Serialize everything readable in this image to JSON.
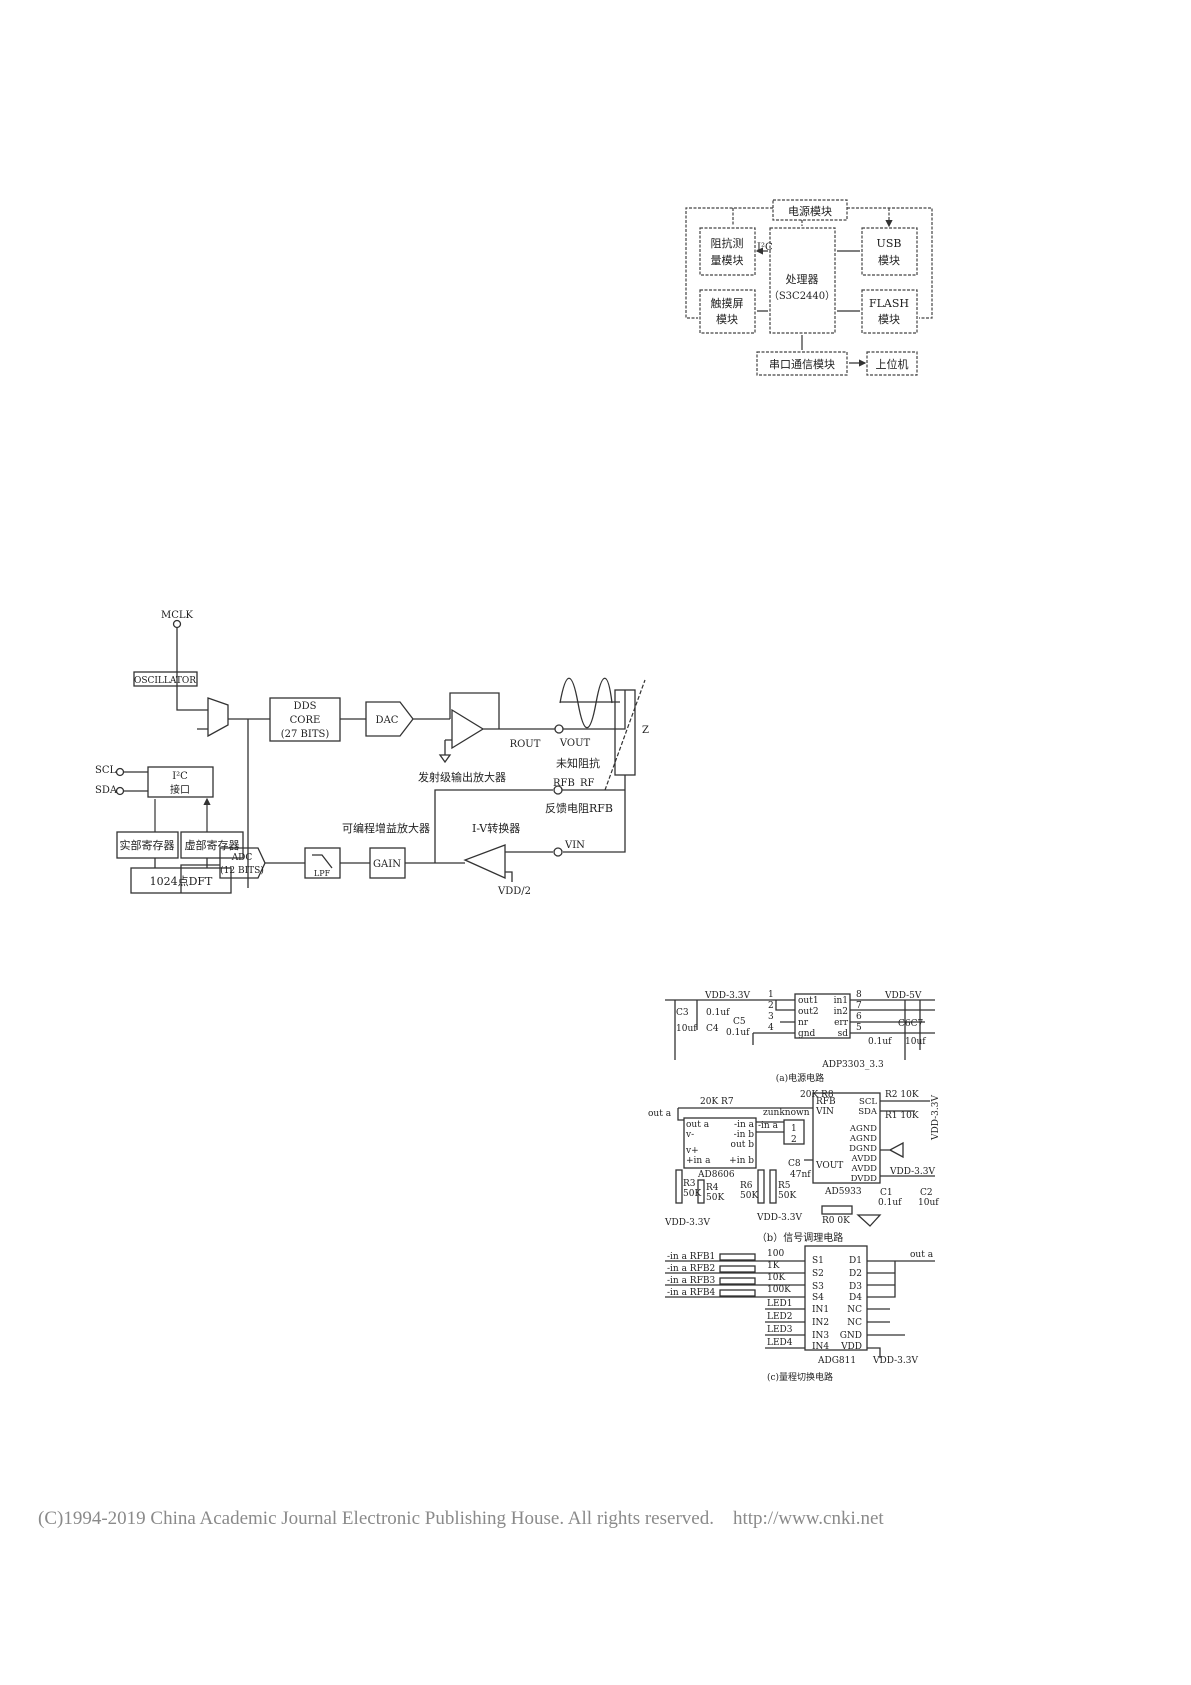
{
  "system_diagram": {
    "power": "电源模块",
    "impedance": [
      "阻抗测",
      "量模块"
    ],
    "i2c": "I²C",
    "processor": [
      "处理器",
      "（S3C2440）"
    ],
    "usb": [
      "USB",
      "模块"
    ],
    "touch": [
      "触摸屏",
      "模块"
    ],
    "flash": [
      "FLASH",
      "模块"
    ],
    "serial": "串口通信模块",
    "host": "上位机"
  },
  "ad5933_diagram": {
    "mclk": "MCLK",
    "oscillator": "OSCILLATOR",
    "dds": [
      "DDS",
      "CORE",
      "(27 BITS)"
    ],
    "dac": "DAC",
    "rout": "ROUT",
    "vout": "VOUT",
    "tx_amp": "发射级输出放大器",
    "unknown_z": "未知阻抗",
    "z": "Z",
    "scl": "SCL",
    "sda": "SDA",
    "i2c": [
      "I²C",
      "接口"
    ],
    "real_reg": "实部寄存器",
    "imag_reg": "虚部寄存器",
    "dft": "1024点DFT",
    "adc": [
      "ADC",
      "(12 BITS)"
    ],
    "lpf": "LPF",
    "gain": "GAIN",
    "rfb": "RFB",
    "rf": "RF",
    "feedback": "反馈电阻RFB",
    "pga": "可编程增益放大器",
    "iv": "I-V转换器",
    "vin": "VIN",
    "vdd2": "VDD/2"
  },
  "circuit": {
    "a": {
      "vdd33": "VDD-3.3V",
      "vdd5": "VDD-5V",
      "c3": "C3",
      "c3v": "10uf",
      "c4": "C4",
      "c4v": "0.1uf",
      "c5": "C5",
      "c5v": "0.1uf",
      "c6c7": "C6C7",
      "c6v": "0.1uf",
      "c7v": "10uf",
      "pins_l": [
        "out1",
        "out2",
        "nr",
        "gnd"
      ],
      "pins_r": [
        "in1",
        "in2",
        "err",
        "sd"
      ],
      "nums_l": [
        "1",
        "2",
        "3",
        "4"
      ],
      "nums_r": [
        "8",
        "7",
        "6",
        "5"
      ],
      "chip": "ADP3303_3.3",
      "caption": "(a)电源电路"
    },
    "b": {
      "r7": "20K R7",
      "r8": "20K R8",
      "outa": "out a",
      "zunknown": "zunknown",
      "ina": "-in a",
      "opamp_pins": [
        "out a",
        "v-",
        "v+",
        "+in a"
      ],
      "opamp_pins_r": [
        "-in a",
        "-in b",
        "out b",
        "+in b"
      ],
      "n1": "1",
      "n2": "2",
      "chip1": "AD8606",
      "c8": "C8",
      "c8v": "47nf",
      "r3": "R3",
      "r3v": "50K",
      "r4": "R4",
      "r4v": "50K",
      "r6": "R6",
      "r6v": "50K",
      "r5": "R5",
      "r5v": "50K",
      "ad_l": [
        "RFB",
        "VIN"
      ],
      "ad_vout": "VOUT",
      "ad_r": [
        "SCL",
        "SDA",
        "AGND",
        "AGND",
        "DGND",
        "AVDD",
        "AVDD",
        "DVDD"
      ],
      "chip2": "AD5933",
      "r2": "R2 10K",
      "r1": "R1 10K",
      "vdd_side": "VDD-3.3V",
      "vdd1": "VDD-3.3V",
      "vdd2": "VDD-3.3V",
      "vdd3": "VDD-3.3V",
      "c1": "C1",
      "c1v": "0.1uf",
      "c2": "C2",
      "c2v": "10uf",
      "r0": "R0 0K",
      "caption": "（b）信号调理电路"
    },
    "c": {
      "inputs": [
        "-in a RFB1",
        "-in a RFB2",
        "-in a RFB3",
        "-in a RFB4"
      ],
      "values": [
        "100",
        "1K",
        "10K",
        "100K"
      ],
      "leds": [
        "LED1",
        "LED2",
        "LED3",
        "LED4"
      ],
      "pins_l": [
        "S1",
        "S2",
        "S3",
        "S4",
        "IN1",
        "IN2",
        "IN3",
        "IN4"
      ],
      "pins_r": [
        "D1",
        "D2",
        "D3",
        "D4",
        "NC",
        "NC",
        "GND",
        "VDD"
      ],
      "outa": "out a",
      "chip": "ADG811",
      "vdd": "VDD-3.3V",
      "caption": "(c)量程切换电路"
    }
  },
  "footer": "(C)1994-2019 China Academic Journal Electronic Publishing House. All rights reserved.    http://www.cnki.net"
}
